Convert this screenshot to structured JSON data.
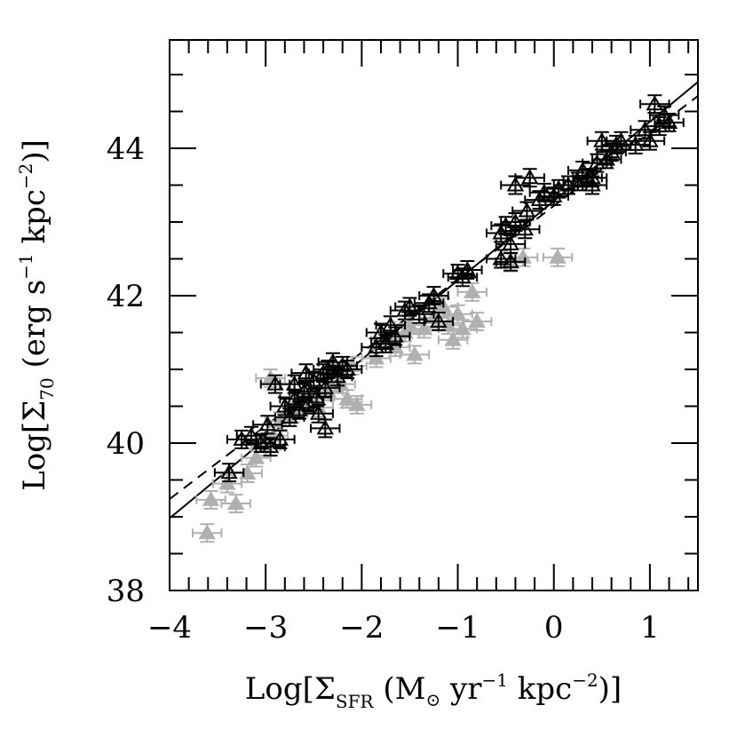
{
  "chart_data": {
    "type": "scatter",
    "title": "",
    "xlabel": "Log[Σ_SFR (M⊙ yr⁻¹ kpc⁻²)]",
    "ylabel": "Log[Σ_70 (erg s⁻¹ kpc⁻²)]",
    "xlabel_parts": {
      "pre": "Log[Σ",
      "sub": "SFR",
      "mid": " (M",
      "sun": "⊙",
      "mid2": " yr",
      "sup1": "−1",
      "mid3": " kpc",
      "sup2": "−2",
      "post": ")]"
    },
    "ylabel_parts": {
      "pre": "Log[Σ",
      "sub": "70",
      "mid": " (erg s",
      "sup1": "−1",
      "mid2": " kpc",
      "sup2": "−2",
      "post": ")]"
    },
    "xlim": [
      -4,
      1.5
    ],
    "ylim": [
      38,
      45.47
    ],
    "xticks": [
      -4,
      -3,
      -2,
      -1,
      0,
      1
    ],
    "xtick_labels": [
      "−4",
      "−3",
      "−2",
      "−1",
      "0",
      "1"
    ],
    "yticks": [
      38,
      40,
      42,
      44
    ],
    "ytick_labels": [
      "38",
      "40",
      "42",
      "44"
    ],
    "x_minor_step": 0.2,
    "y_minor_step": 0.5,
    "grid": false,
    "legend": null,
    "series": [
      {
        "name": "gray filled triangles",
        "marker": "filled-triangle",
        "color": "#b0b0b0",
        "x_err": 0.15,
        "y_err": 0.12,
        "points": [
          [
            -3.61,
            38.78
          ],
          [
            -3.57,
            39.23
          ],
          [
            -3.31,
            39.18
          ],
          [
            -3.4,
            39.45
          ],
          [
            -3.19,
            39.59
          ],
          [
            -3.1,
            39.8
          ],
          [
            -3.0,
            39.95
          ],
          [
            -2.92,
            40.1
          ],
          [
            -2.85,
            40.3
          ],
          [
            -2.95,
            40.88
          ],
          [
            -2.72,
            40.4
          ],
          [
            -2.65,
            40.55
          ],
          [
            -2.55,
            40.62
          ],
          [
            -2.45,
            40.48
          ],
          [
            -2.35,
            40.7
          ],
          [
            -2.22,
            40.8
          ],
          [
            -2.15,
            40.6
          ],
          [
            -2.05,
            40.52
          ],
          [
            -2.3,
            40.95
          ],
          [
            -2.1,
            41.05
          ],
          [
            -1.85,
            41.15
          ],
          [
            -1.75,
            41.4
          ],
          [
            -1.65,
            41.3
          ],
          [
            -1.55,
            41.5
          ],
          [
            -1.45,
            41.2
          ],
          [
            -1.5,
            41.6
          ],
          [
            -1.35,
            41.55
          ],
          [
            -1.25,
            41.7
          ],
          [
            -1.15,
            41.85
          ],
          [
            -1.1,
            41.6
          ],
          [
            -1.0,
            41.75
          ],
          [
            -0.95,
            41.55
          ],
          [
            -0.85,
            42.05
          ],
          [
            -0.8,
            41.65
          ],
          [
            -1.05,
            41.4
          ],
          [
            -0.45,
            42.45
          ],
          [
            -0.32,
            42.52
          ],
          [
            0.04,
            42.52
          ]
        ]
      },
      {
        "name": "black open triangles",
        "marker": "open-triangle",
        "color": "#000000",
        "x_err": 0.15,
        "y_err": 0.12,
        "points": [
          [
            -3.38,
            39.6
          ],
          [
            -3.25,
            40.05
          ],
          [
            -3.15,
            40.1
          ],
          [
            -3.05,
            40.0
          ],
          [
            -2.98,
            40.25
          ],
          [
            -2.95,
            39.95
          ],
          [
            -2.9,
            40.8
          ],
          [
            -2.85,
            40.05
          ],
          [
            -2.8,
            40.5
          ],
          [
            -2.75,
            40.35
          ],
          [
            -2.7,
            40.6
          ],
          [
            -2.65,
            40.45
          ],
          [
            -2.6,
            40.7
          ],
          [
            -2.55,
            40.55
          ],
          [
            -2.5,
            40.85
          ],
          [
            -2.47,
            40.62
          ],
          [
            -2.45,
            40.4
          ],
          [
            -2.4,
            40.95
          ],
          [
            -2.38,
            40.75
          ],
          [
            -2.35,
            41.0
          ],
          [
            -2.3,
            41.1
          ],
          [
            -2.25,
            40.9
          ],
          [
            -2.2,
            41.05
          ],
          [
            -2.15,
            41.0
          ],
          [
            -2.38,
            40.2
          ],
          [
            -2.58,
            40.95
          ],
          [
            -2.7,
            40.8
          ],
          [
            -1.85,
            41.3
          ],
          [
            -1.8,
            41.5
          ],
          [
            -1.75,
            41.35
          ],
          [
            -1.7,
            41.6
          ],
          [
            -1.65,
            41.45
          ],
          [
            -1.55,
            41.8
          ],
          [
            -1.5,
            41.85
          ],
          [
            -1.4,
            41.75
          ],
          [
            -1.3,
            41.9
          ],
          [
            -1.25,
            42.0
          ],
          [
            -1.2,
            41.65
          ],
          [
            -1.0,
            42.3
          ],
          [
            -0.95,
            42.25
          ],
          [
            -0.9,
            42.35
          ],
          [
            -0.55,
            42.85
          ],
          [
            -0.5,
            42.95
          ],
          [
            -0.45,
            42.7
          ],
          [
            -0.4,
            43.0
          ],
          [
            -0.3,
            42.9
          ],
          [
            -0.28,
            43.15
          ],
          [
            -0.25,
            43.6
          ],
          [
            -0.4,
            43.5
          ],
          [
            -0.15,
            43.3
          ],
          [
            -0.1,
            43.4
          ],
          [
            0.0,
            43.35
          ],
          [
            0.05,
            43.45
          ],
          [
            0.15,
            43.5
          ],
          [
            0.25,
            43.55
          ],
          [
            0.35,
            43.6
          ],
          [
            0.4,
            43.5
          ],
          [
            0.45,
            43.8
          ],
          [
            0.5,
            44.1
          ],
          [
            0.55,
            43.85
          ],
          [
            0.6,
            43.95
          ],
          [
            0.65,
            44.05
          ],
          [
            0.7,
            44.1
          ],
          [
            0.85,
            44.05
          ],
          [
            0.95,
            44.25
          ],
          [
            1.0,
            44.1
          ],
          [
            1.05,
            44.6
          ],
          [
            1.1,
            44.3
          ],
          [
            1.15,
            44.45
          ],
          [
            1.2,
            44.35
          ],
          [
            0.4,
            43.6
          ],
          [
            0.3,
            43.7
          ],
          [
            -0.55,
            42.5
          ],
          [
            -0.45,
            42.46
          ]
        ]
      }
    ],
    "fits": [
      {
        "name": "solid fit line",
        "style": "solid",
        "x": [
          -4,
          1.5
        ],
        "y": [
          38.98,
          44.9
        ]
      },
      {
        "name": "dashed fit line",
        "style": "dashed",
        "x": [
          -4,
          1.5
        ],
        "y": [
          39.24,
          44.71
        ]
      }
    ]
  }
}
